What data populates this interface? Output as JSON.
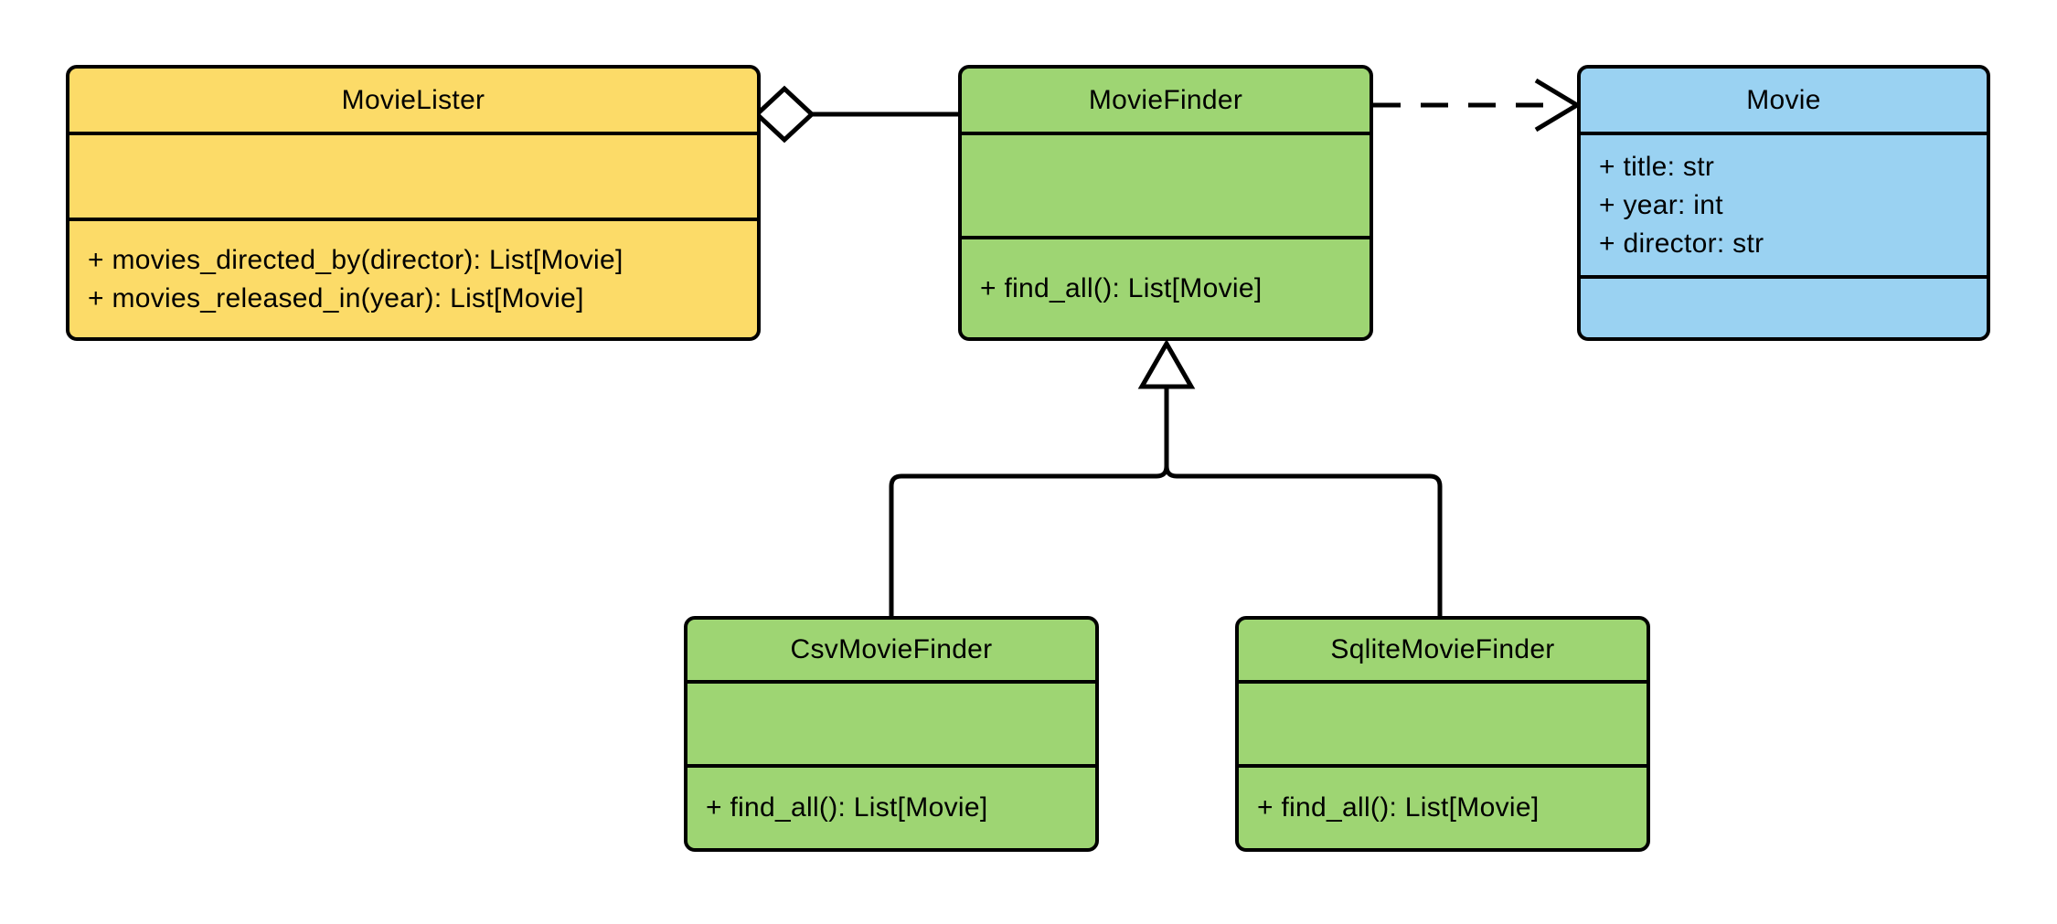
{
  "diagram": {
    "kind": "uml-class-diagram",
    "background_color": "#ffffff",
    "stroke_color": "#000000",
    "connector_fill_color": "#ffffff",
    "palette": {
      "yellow": "#fcdb68",
      "green": "#9ed573",
      "blue": "#9ad2f2"
    }
  },
  "classes": [
    {
      "name": "MovieLister",
      "fill": "#fcdb68",
      "attributes": [],
      "methods": [
        "+ movies_directed_by(director): List[Movie]",
        "+ movies_released_in(year): List[Movie]"
      ]
    },
    {
      "name": "MovieFinder",
      "fill": "#9ed573",
      "attributes": [],
      "methods": [
        "+ find_all(): List[Movie]"
      ]
    },
    {
      "name": "Movie",
      "fill": "#9ad2f2",
      "attributes": [
        "+ title: str",
        "+ year: int",
        "+ director: str"
      ],
      "methods": []
    },
    {
      "name": "CsvMovieFinder",
      "fill": "#9ed573",
      "attributes": [],
      "methods": [
        "+ find_all(): List[Movie]"
      ]
    },
    {
      "name": "SqliteMovieFinder",
      "fill": "#9ed573",
      "attributes": [],
      "methods": [
        "+ find_all(): List[Movie]"
      ]
    }
  ],
  "relationships": [
    {
      "type": "aggregation",
      "from": "MovieLister",
      "to": "MovieFinder"
    },
    {
      "type": "dependency",
      "from": "MovieFinder",
      "to": "Movie"
    },
    {
      "type": "inheritance",
      "from": "CsvMovieFinder",
      "to": "MovieFinder"
    },
    {
      "type": "inheritance",
      "from": "SqliteMovieFinder",
      "to": "MovieFinder"
    }
  ]
}
